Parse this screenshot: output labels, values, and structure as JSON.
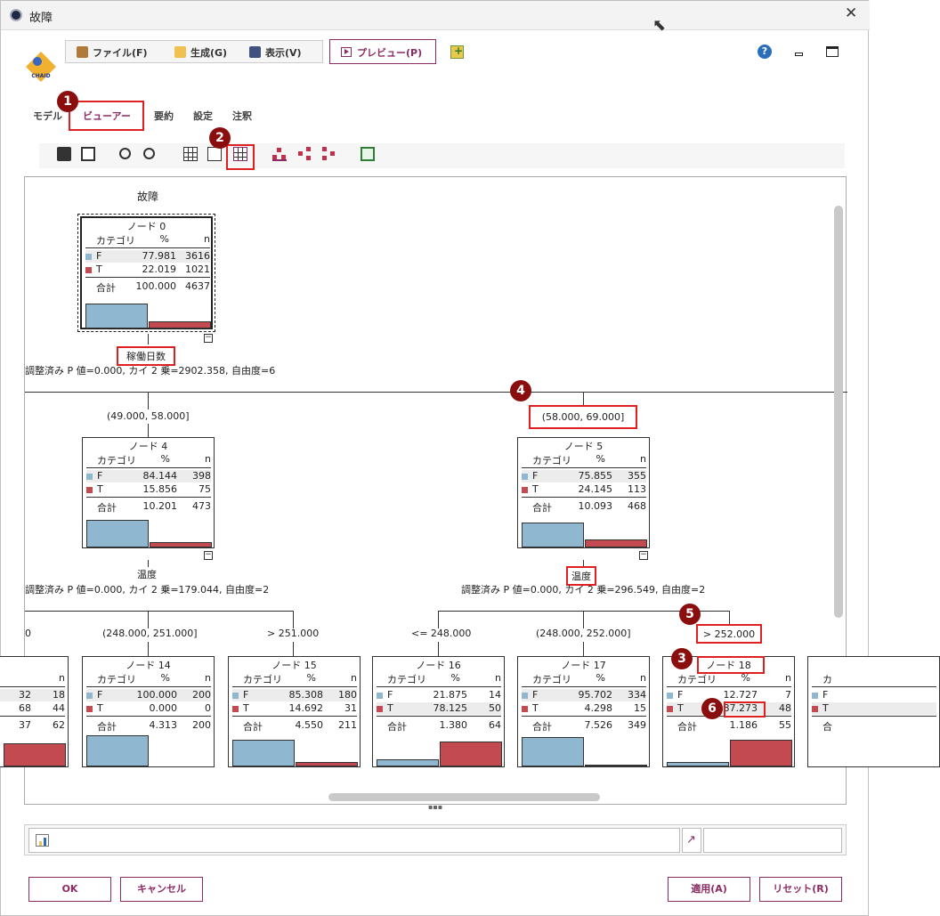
{
  "window": {
    "title": "故障",
    "close_glyph": "✕"
  },
  "menu": {
    "file": "ファイル(F)",
    "generate": "生成(G)",
    "view": "表示(V)",
    "preview": "プレビュー(P)",
    "chaid_label": "CHAID"
  },
  "tabs": [
    "モデル",
    "ビューアー",
    "要約",
    "設定",
    "注釈"
  ],
  "badges": [
    "1",
    "2",
    "3",
    "4",
    "5",
    "6"
  ],
  "tree": {
    "title": "故障",
    "root_split": {
      "variable": "稼働日数",
      "stats": "調整済み P 値=0.000, カイ 2 乗=2902.358, 自由度=6"
    },
    "node4_split": {
      "variable": "温度",
      "stats": "調整済み P 値=0.000, カイ 2 乗=179.044, 自由度=2"
    },
    "node5_split": {
      "variable": "温度",
      "stats": "調整済み P 値=0.000, カイ 2 乗=296.549, 自由度=2"
    },
    "branch_labels": {
      "n4": "(49.000, 58.000]",
      "n5": "(58.000, 69.000]",
      "left_cut": "0",
      "n14": "(248.000, 251.000]",
      "n15": "> 251.000",
      "n16": "<= 248.000",
      "n17": "(248.000, 252.000]",
      "n18": "> 252.000"
    },
    "headers": {
      "category": "カテゴリ",
      "pct": "%",
      "n": "n",
      "total": "合計"
    },
    "nodes": {
      "n0": {
        "title": "ノード 0",
        "F": {
          "label": "F",
          "pct": "77.981",
          "n": "3616"
        },
        "T": {
          "label": "T",
          "pct": "22.019",
          "n": "1021"
        },
        "total": {
          "pct": "100.000",
          "n": "4637"
        }
      },
      "n4": {
        "title": "ノード 4",
        "F": {
          "label": "F",
          "pct": "84.144",
          "n": "398"
        },
        "T": {
          "label": "T",
          "pct": "15.856",
          "n": "75"
        },
        "total": {
          "pct": "10.201",
          "n": "473"
        }
      },
      "n5": {
        "title": "ノード 5",
        "F": {
          "label": "F",
          "pct": "75.855",
          "n": "355"
        },
        "T": {
          "label": "T",
          "pct": "24.145",
          "n": "113"
        },
        "total": {
          "pct": "10.093",
          "n": "468"
        }
      },
      "nL": {
        "F": {
          "pct": "32",
          "n": "18"
        },
        "T": {
          "pct": "68",
          "n": "44"
        },
        "total": {
          "pct": "37",
          "n": "62"
        },
        "n_header": "n"
      },
      "n14": {
        "title": "ノード 14",
        "F": {
          "label": "F",
          "pct": "100.000",
          "n": "200"
        },
        "T": {
          "label": "T",
          "pct": "0.000",
          "n": "0"
        },
        "total": {
          "pct": "4.313",
          "n": "200"
        }
      },
      "n15": {
        "title": "ノード 15",
        "F": {
          "label": "F",
          "pct": "85.308",
          "n": "180"
        },
        "T": {
          "label": "T",
          "pct": "14.692",
          "n": "31"
        },
        "total": {
          "pct": "4.550",
          "n": "211"
        }
      },
      "n16": {
        "title": "ノード 16",
        "F": {
          "label": "F",
          "pct": "21.875",
          "n": "14"
        },
        "T": {
          "label": "T",
          "pct": "78.125",
          "n": "50"
        },
        "total": {
          "pct": "1.380",
          "n": "64"
        }
      },
      "n17": {
        "title": "ノード 17",
        "F": {
          "label": "F",
          "pct": "95.702",
          "n": "334"
        },
        "T": {
          "label": "T",
          "pct": "4.298",
          "n": "15"
        },
        "total": {
          "pct": "7.526",
          "n": "349"
        }
      },
      "n18": {
        "title": "ノード 18",
        "F": {
          "label": "F",
          "pct": "12.727",
          "n": "7"
        },
        "T": {
          "label": "T",
          "pct": "87.273",
          "n": "48"
        },
        "total": {
          "pct": "1.186",
          "n": "55"
        }
      },
      "nR": {
        "cat": "カ",
        "F": "F",
        "T": "T",
        "total": "合"
      }
    },
    "colors": {
      "F": "#8fb8d0",
      "T": "#c24a50"
    }
  },
  "buttons": {
    "ok": "OK",
    "cancel": "キャンセル",
    "apply": "適用(A)",
    "reset": "リセット(R)"
  }
}
